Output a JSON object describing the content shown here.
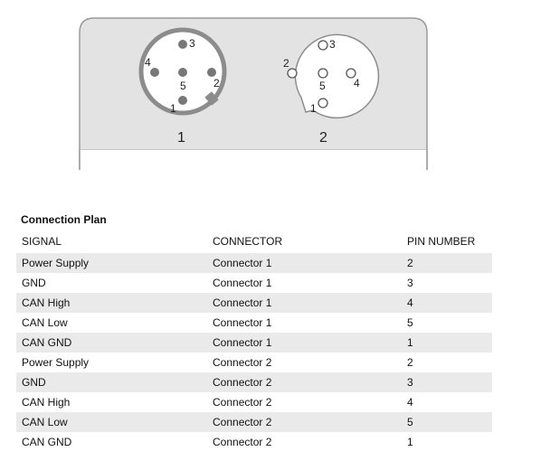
{
  "diagram": {
    "connectors": [
      {
        "label": "1",
        "type": "male",
        "pins": [
          {
            "id": "3",
            "label": "3"
          },
          {
            "id": "4",
            "label": "4"
          },
          {
            "id": "5",
            "label": "5"
          },
          {
            "id": "2",
            "label": "2"
          },
          {
            "id": "1",
            "label": "1"
          }
        ]
      },
      {
        "label": "2",
        "type": "female",
        "pins": [
          {
            "id": "3",
            "label": "3"
          },
          {
            "id": "2",
            "label": "2"
          },
          {
            "id": "5",
            "label": "5"
          },
          {
            "id": "4",
            "label": "4"
          },
          {
            "id": "1",
            "label": "1"
          }
        ]
      }
    ],
    "colors": {
      "housing": "#e3e3e3",
      "housing_border": "#9a9a9a",
      "ring": "#8c8c8c",
      "pin_fill": "#777777",
      "table_shade": "#eaeaea"
    }
  },
  "table": {
    "title": "Connection Plan",
    "headers": {
      "signal": "SIGNAL",
      "connector": "CONNECTOR",
      "pin": "PIN NUMBER"
    },
    "rows": [
      {
        "signal": "Power Supply",
        "connector": "Connector 1",
        "pin": "2"
      },
      {
        "signal": "GND",
        "connector": "Connector 1",
        "pin": "3"
      },
      {
        "signal": "CAN High",
        "connector": "Connector 1",
        "pin": "4"
      },
      {
        "signal": "CAN Low",
        "connector": "Connector 1",
        "pin": "5"
      },
      {
        "signal": "CAN GND",
        "connector": "Connector 1",
        "pin": "1"
      },
      {
        "signal": "Power Supply",
        "connector": "Connector 2",
        "pin": "2"
      },
      {
        "signal": "GND",
        "connector": "Connector 2",
        "pin": "3"
      },
      {
        "signal": "CAN High",
        "connector": "Connector 2",
        "pin": "4"
      },
      {
        "signal": "CAN Low",
        "connector": "Connector 2",
        "pin": "5"
      },
      {
        "signal": "CAN GND",
        "connector": "Connector 2",
        "pin": "1"
      }
    ]
  }
}
